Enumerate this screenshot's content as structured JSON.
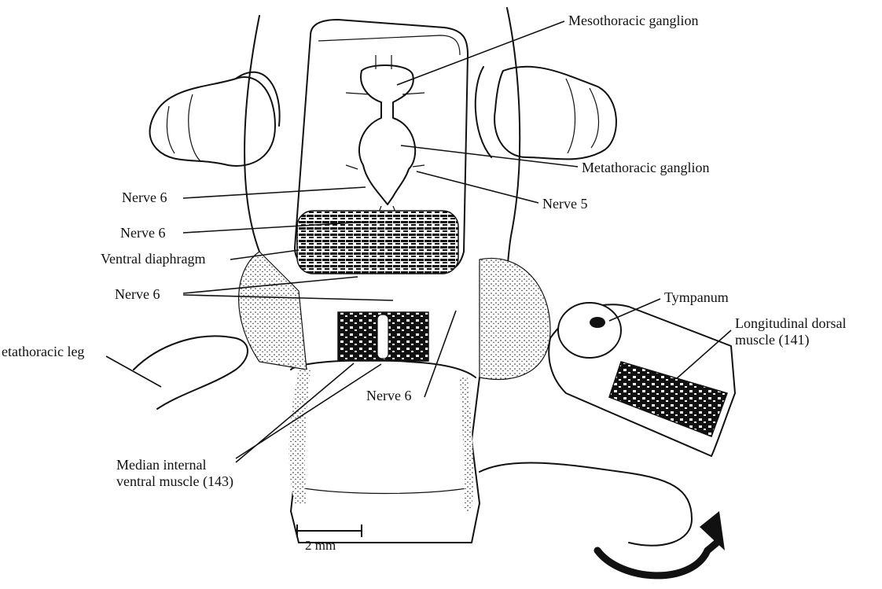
{
  "labels": {
    "mesothoracic_ganglion": "Mesothoracic ganglion",
    "metathoracic_ganglion": "Metathoracic ganglion",
    "nerve_6_a": "Nerve 6",
    "nerve_6_b": "Nerve 6",
    "nerve_5": "Nerve 5",
    "ventral_diaphragm": "Ventral diaphragm",
    "nerve_6_c": "Nerve 6",
    "tympanum": "Tympanum",
    "longitudinal_dorsal_muscle": "Longitudinal dorsal\nmuscle (141)",
    "metathoracic_leg": "etathoracic leg",
    "nerve_6_d": "Nerve 6",
    "median_internal_ventral_muscle": "Median internal\nventral muscle (143)",
    "scale_bar": "2 mm"
  },
  "icons": {
    "rotation_arrow": "curved-arrow-icon"
  }
}
